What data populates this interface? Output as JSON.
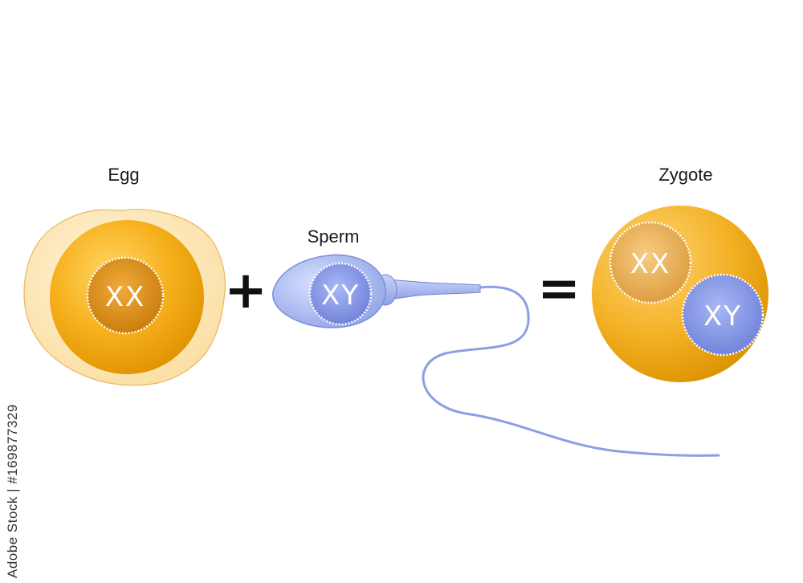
{
  "labels": {
    "egg": "Egg",
    "sperm": "Sperm",
    "zygote": "Zygote"
  },
  "operators": {
    "plus": "+",
    "equals": "="
  },
  "chromosomes": {
    "egg": "XX",
    "sperm": "XY",
    "zygote_egg": "XX",
    "zygote_sperm": "XY"
  },
  "stock_id": "Adobe Stock | #169877329",
  "colors": {
    "egg_core": "#f5a814",
    "egg_halo": "#fbe3b0",
    "nucleus_orange": "#d9870f",
    "sperm_blue": "#8fa6e8",
    "sperm_nucleus": "#7d8fe0"
  }
}
